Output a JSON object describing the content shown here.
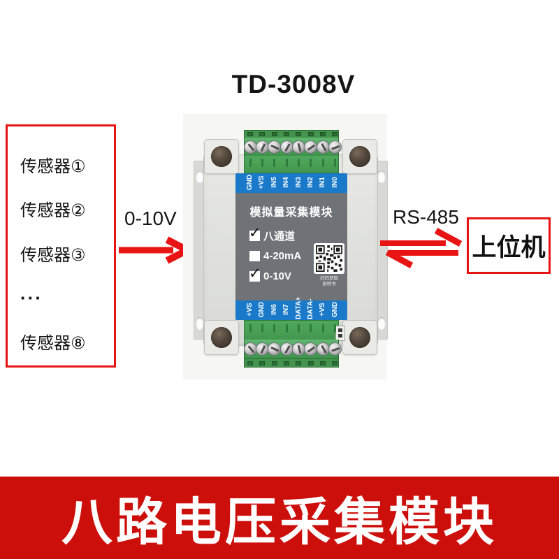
{
  "title": "TD-3008V",
  "sensor_panel": {
    "items": [
      "传感器①",
      "传感器②",
      "传感器③",
      "···",
      "传感器⑧"
    ]
  },
  "input_link": {
    "label": "0-10V"
  },
  "output_link": {
    "label": "RS-485",
    "target_label": "上位机"
  },
  "module": {
    "top_terminal_labels": [
      "GND",
      "+VS",
      "IN5",
      "IN4",
      "IN3",
      "IN2",
      "IN1",
      "IN0"
    ],
    "bottom_terminal_labels": [
      "+VS",
      "GND",
      "IN6",
      "IN7",
      "DATA+",
      "DATA-",
      "+VS",
      "GND"
    ],
    "label_panel": {
      "title": "模拟量采集模块",
      "options": [
        {
          "label": "八通道",
          "checked": true
        },
        {
          "label": "4-20mA",
          "checked": false
        },
        {
          "label": "0-10V",
          "checked": true
        }
      ],
      "qr_caption_line1": "扫码获取",
      "qr_caption_line2": "说明书"
    }
  },
  "banner": {
    "text": "八路电压采集模块"
  },
  "colors": {
    "accent_red": "#e81313",
    "banner_red": "#cd0f0c",
    "band_blue": "#1a7ac9",
    "panel_gray": "#6f7378"
  }
}
